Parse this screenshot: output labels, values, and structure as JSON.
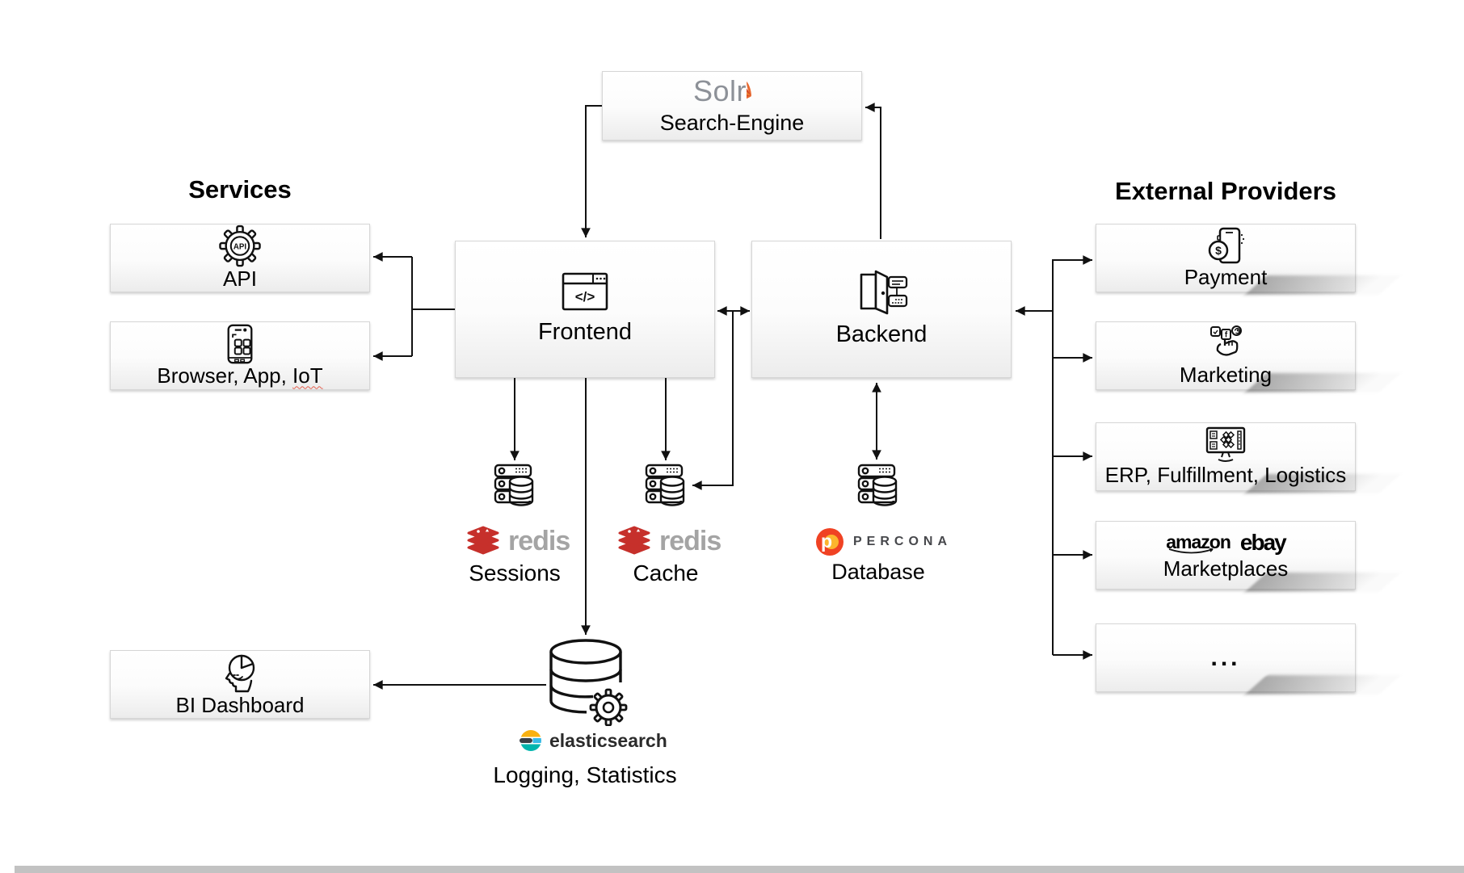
{
  "solr": {
    "logo_text": "Solr",
    "label": "Search-Engine"
  },
  "services": {
    "heading": "Services",
    "api": {
      "label": "API",
      "icon_text": "API"
    },
    "browser": {
      "label_prefix": "Browser, App, ",
      "label_iot": "IoT"
    },
    "bi": {
      "label": "BI Dashboard"
    }
  },
  "frontend": {
    "label": "Frontend",
    "icon_code": "</>"
  },
  "backend": {
    "label": "Backend"
  },
  "external": {
    "heading": "External Providers",
    "items": [
      {
        "label": "Payment"
      },
      {
        "label": "Marketing"
      },
      {
        "label": "ERP, Fulfillment, Logistics"
      },
      {
        "label": "Marketplaces",
        "logo_amazon": "amazon",
        "logo_ebay": "ebay"
      },
      {
        "label": "..."
      }
    ]
  },
  "datastores": {
    "sessions": {
      "logo_text": "redis",
      "label": "Sessions"
    },
    "cache": {
      "logo_text": "redis",
      "label": "Cache"
    },
    "database": {
      "logo_text": "PERCONA",
      "logo_p": "p",
      "label": "Database"
    },
    "logging": {
      "logo_text": "elasticsearch",
      "label": "Logging, Statistics"
    }
  },
  "icons": {
    "payment_symbol": "$",
    "marketing_f": "f",
    "solr_sunburst": "orange-sunburst",
    "api_gear": "gear-with-api",
    "browser_phone": "smartphone",
    "bi_head": "head-with-pie-chart",
    "frontend_window": "browser-window-code",
    "backend_door": "open-door-servers",
    "payment_phone": "phone-with-dollar-coin",
    "marketing_hand": "hand-with-social-icons",
    "erp_monitor": "monitor-with-modules",
    "server_db": "server-rack-with-database",
    "redis_cube": "red-stacked-cube",
    "percona_circle": "orange-p-circle",
    "elasticsearch_circle": "elastic-color-circle",
    "elasticsearch_db": "database-cylinder-with-gear"
  },
  "colors": {
    "line": "#111111",
    "box_border": "#d6d6d6",
    "redis_red": "#c6302b",
    "redis_text_grey": "#a4a4a4",
    "percona_red_orange": "#f04223",
    "percona_yellow": "#fcb52e",
    "solr_grey": "#8d9198",
    "solr_orange": "#e8682e",
    "elastic_yellow": "#f9b110",
    "elastic_teal": "#00b5ad",
    "elastic_blue": "#36b9e5",
    "elastic_dark": "#3a3f45"
  }
}
